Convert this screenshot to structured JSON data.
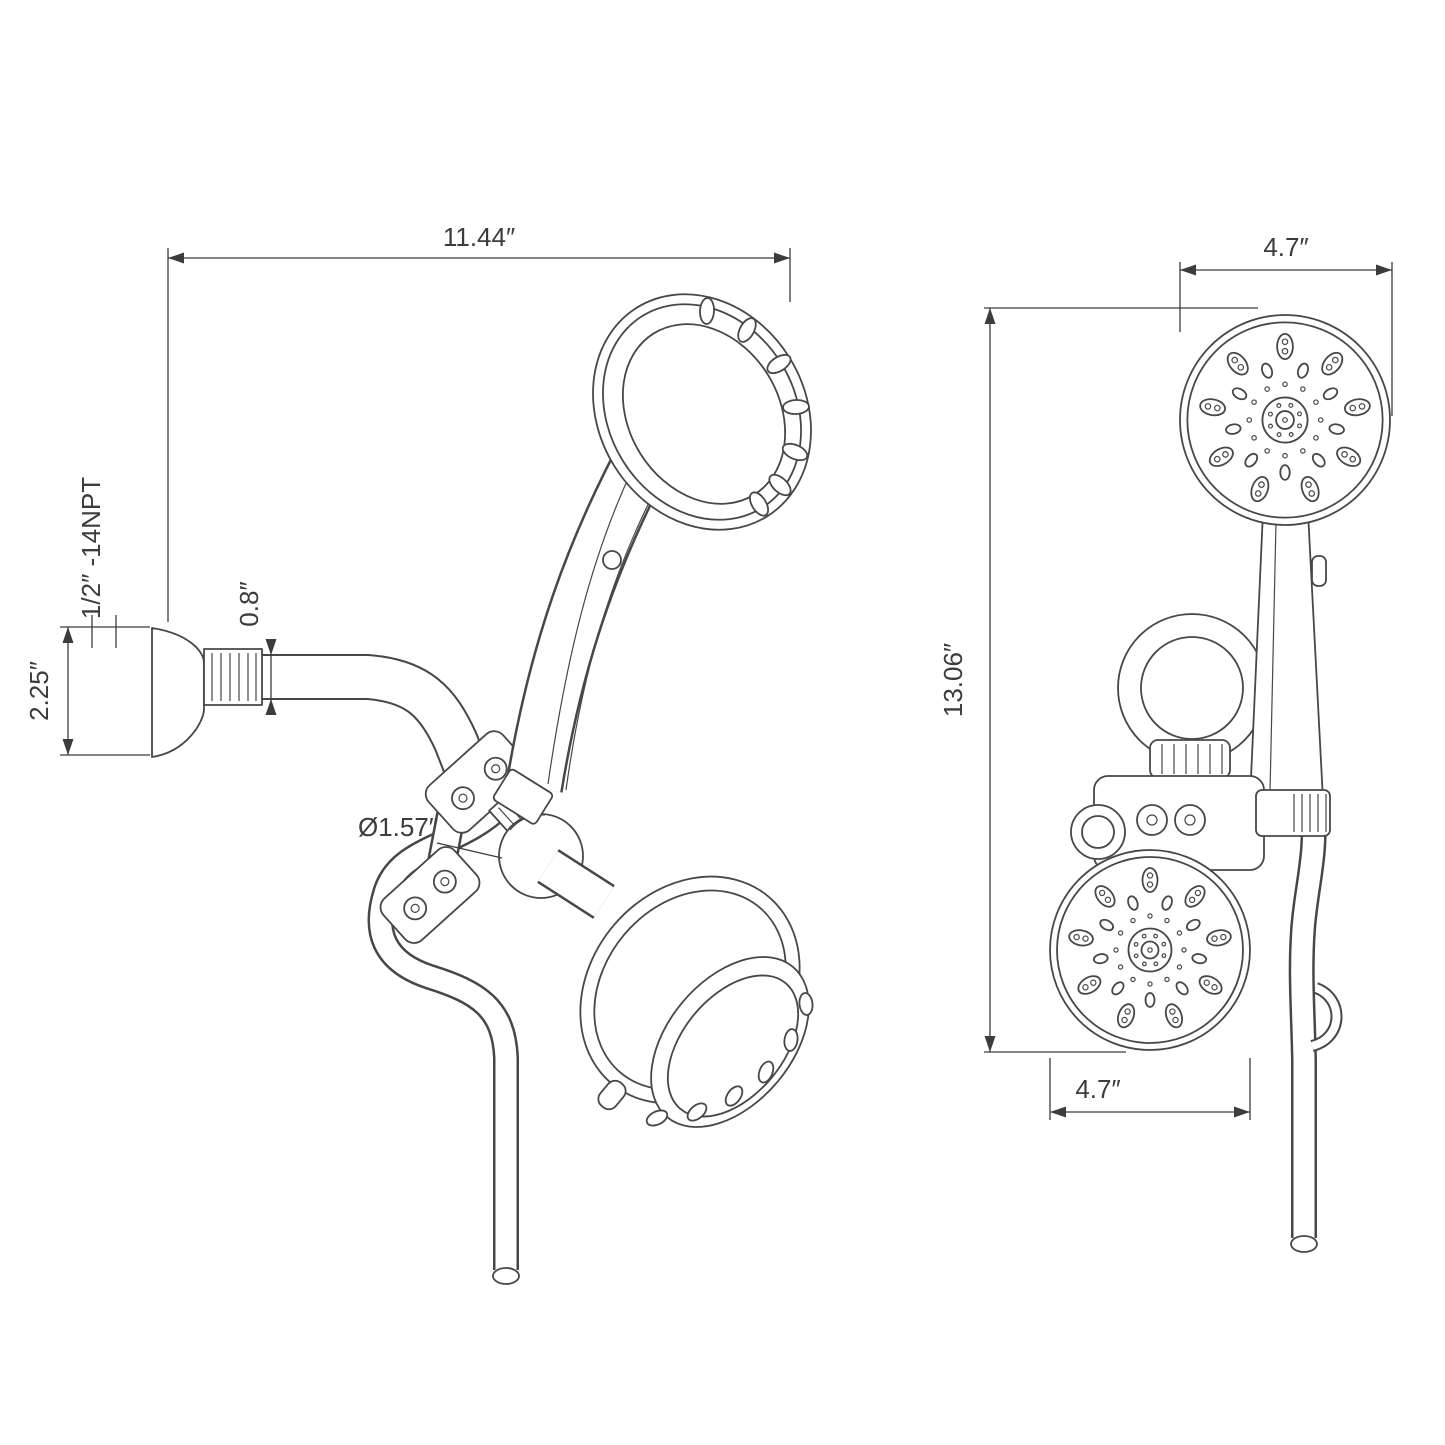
{
  "style": {
    "line_color": "#474747",
    "dim_color": "#3c3c3c",
    "background": "#ffffff"
  },
  "side_view": {
    "overall_width_in": "11.44″",
    "flange_height_in": "2.25″",
    "thread_spec": "1/2″ -14NPT",
    "arm_diameter_in": "0.8″",
    "ball_joint_diameter_in": "Ø1.57″"
  },
  "front_view": {
    "handheld_head_width_in": "4.7″",
    "overall_height_in": "13.06″",
    "fixed_head_width_in": "4.7″"
  }
}
